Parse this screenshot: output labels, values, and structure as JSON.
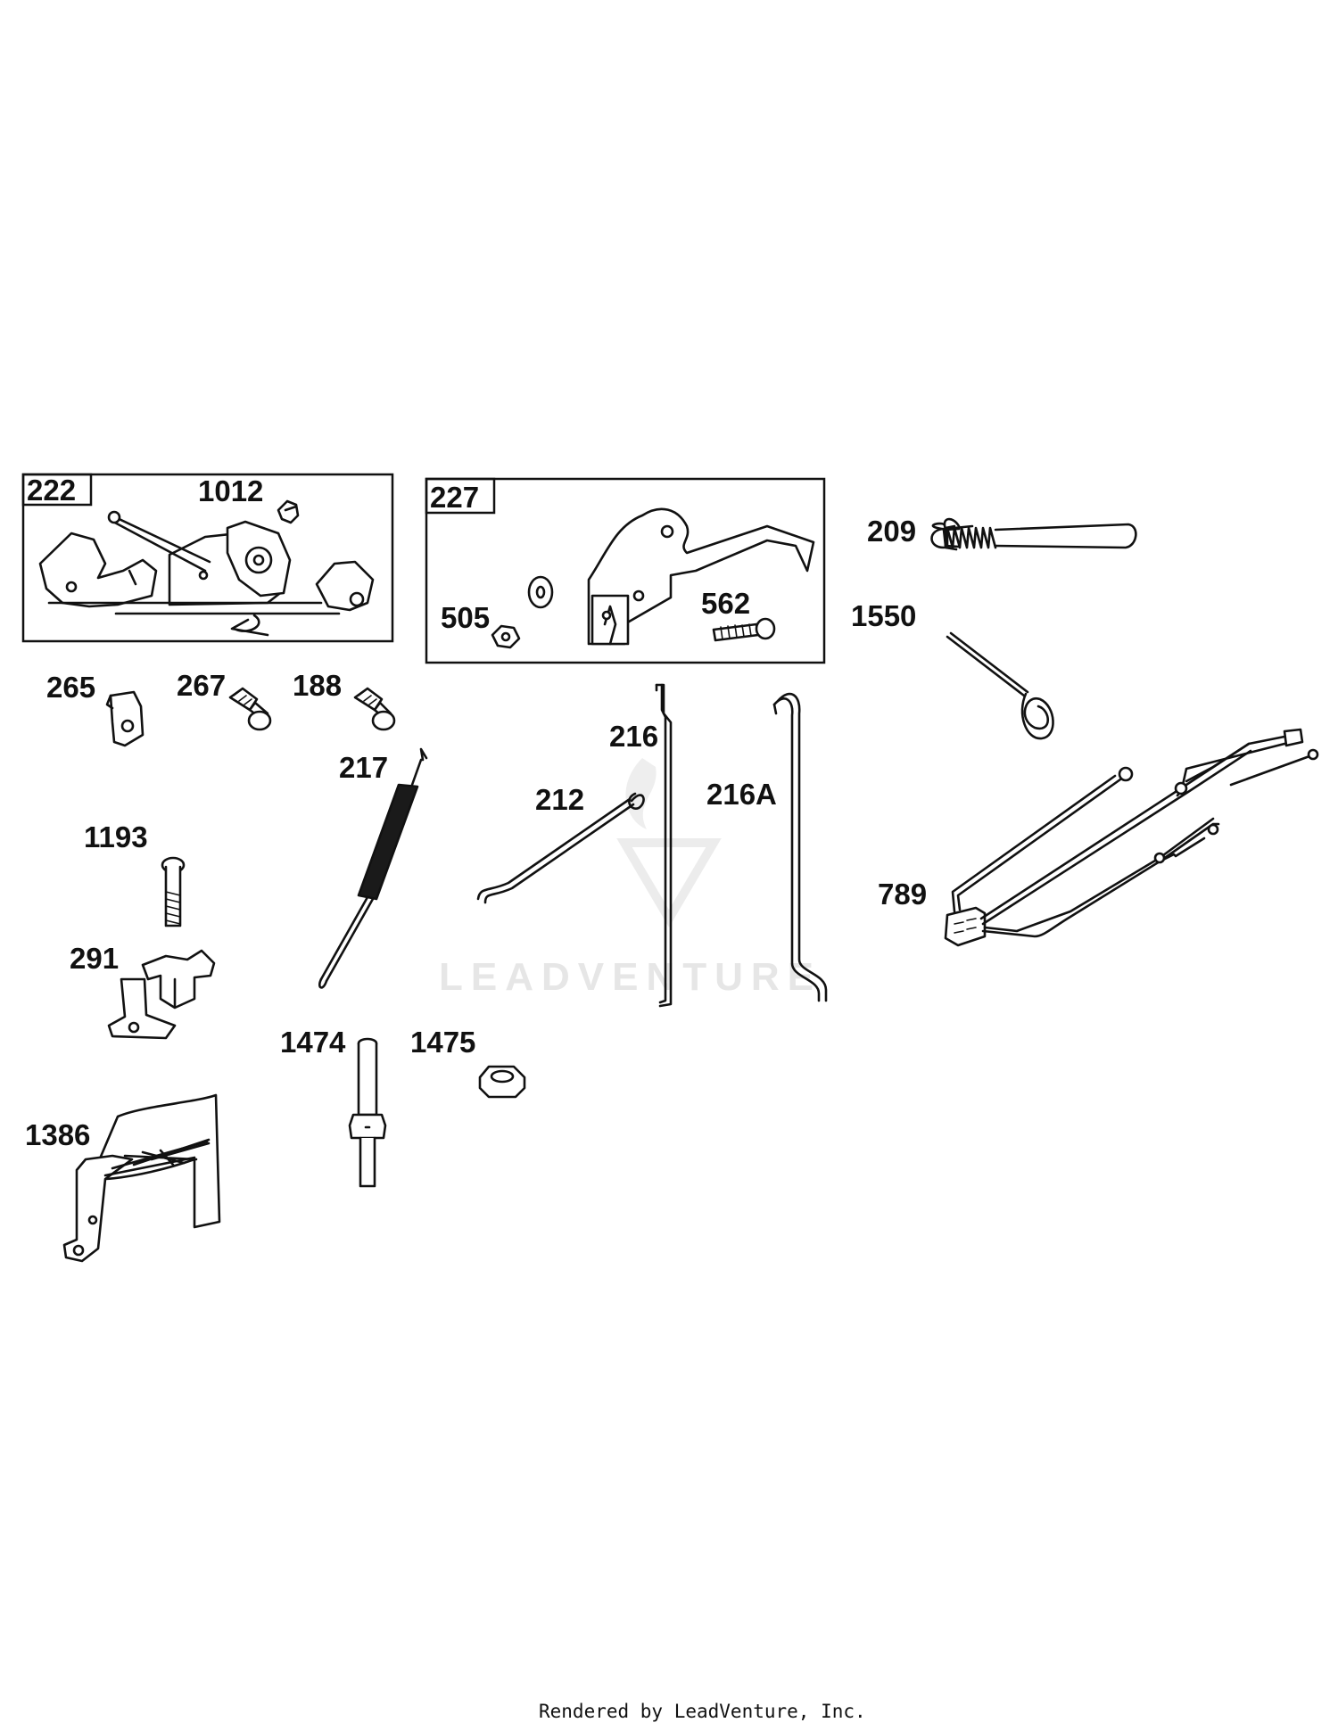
{
  "watermark": "LEADVENTURE",
  "footer": "Rendered by LeadVenture, Inc.",
  "boxes": [
    {
      "id": "box-222",
      "label": "222"
    },
    {
      "id": "box-227",
      "label": "227"
    }
  ],
  "callouts": [
    {
      "id": "p1012",
      "label": "1012"
    },
    {
      "id": "p505",
      "label": "505"
    },
    {
      "id": "p562",
      "label": "562"
    },
    {
      "id": "p209",
      "label": "209"
    },
    {
      "id": "p1550",
      "label": "1550"
    },
    {
      "id": "p265",
      "label": "265"
    },
    {
      "id": "p267",
      "label": "267"
    },
    {
      "id": "p188",
      "label": "188"
    },
    {
      "id": "p217",
      "label": "217"
    },
    {
      "id": "p216",
      "label": "216"
    },
    {
      "id": "p212",
      "label": "212"
    },
    {
      "id": "p216A",
      "label": "216A"
    },
    {
      "id": "p1193",
      "label": "1193"
    },
    {
      "id": "p789",
      "label": "789"
    },
    {
      "id": "p291",
      "label": "291"
    },
    {
      "id": "p1474",
      "label": "1474"
    },
    {
      "id": "p1475",
      "label": "1475"
    },
    {
      "id": "p1386",
      "label": "1386"
    }
  ]
}
